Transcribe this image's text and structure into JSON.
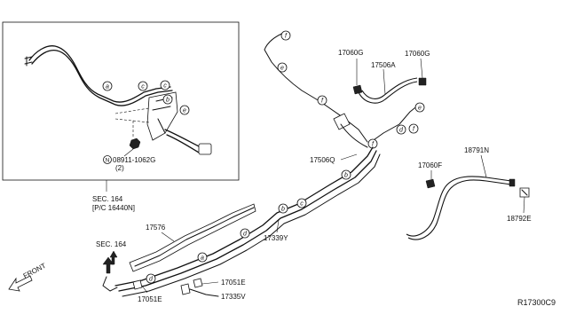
{
  "labels": {
    "p17060g_left": "17060G",
    "p17060g_right": "17060G",
    "p17506a": "17506A",
    "p17506q": "17506Q",
    "p17060f": "17060F",
    "p18791n": "18791N",
    "p18792e": "18792E",
    "p17576": "17576",
    "p17339y": "17339Y",
    "p17051e_right": "17051E",
    "p17051e_left": "17051E",
    "p17335v": "17335V",
    "sec164_top_line1": "SEC. 164",
    "sec164_top_line2": "[P/C 16440N]",
    "sec164_bottom": "SEC. 164",
    "nut_code": "08911-1062G",
    "nut_qty": "(2)",
    "nut_symbol": "N",
    "front": "FRONT",
    "diagram_ref": "R17300C9"
  },
  "callouts": {
    "a": "a",
    "b": "b",
    "c": "c",
    "d": "d",
    "e": "e",
    "f": "f"
  }
}
